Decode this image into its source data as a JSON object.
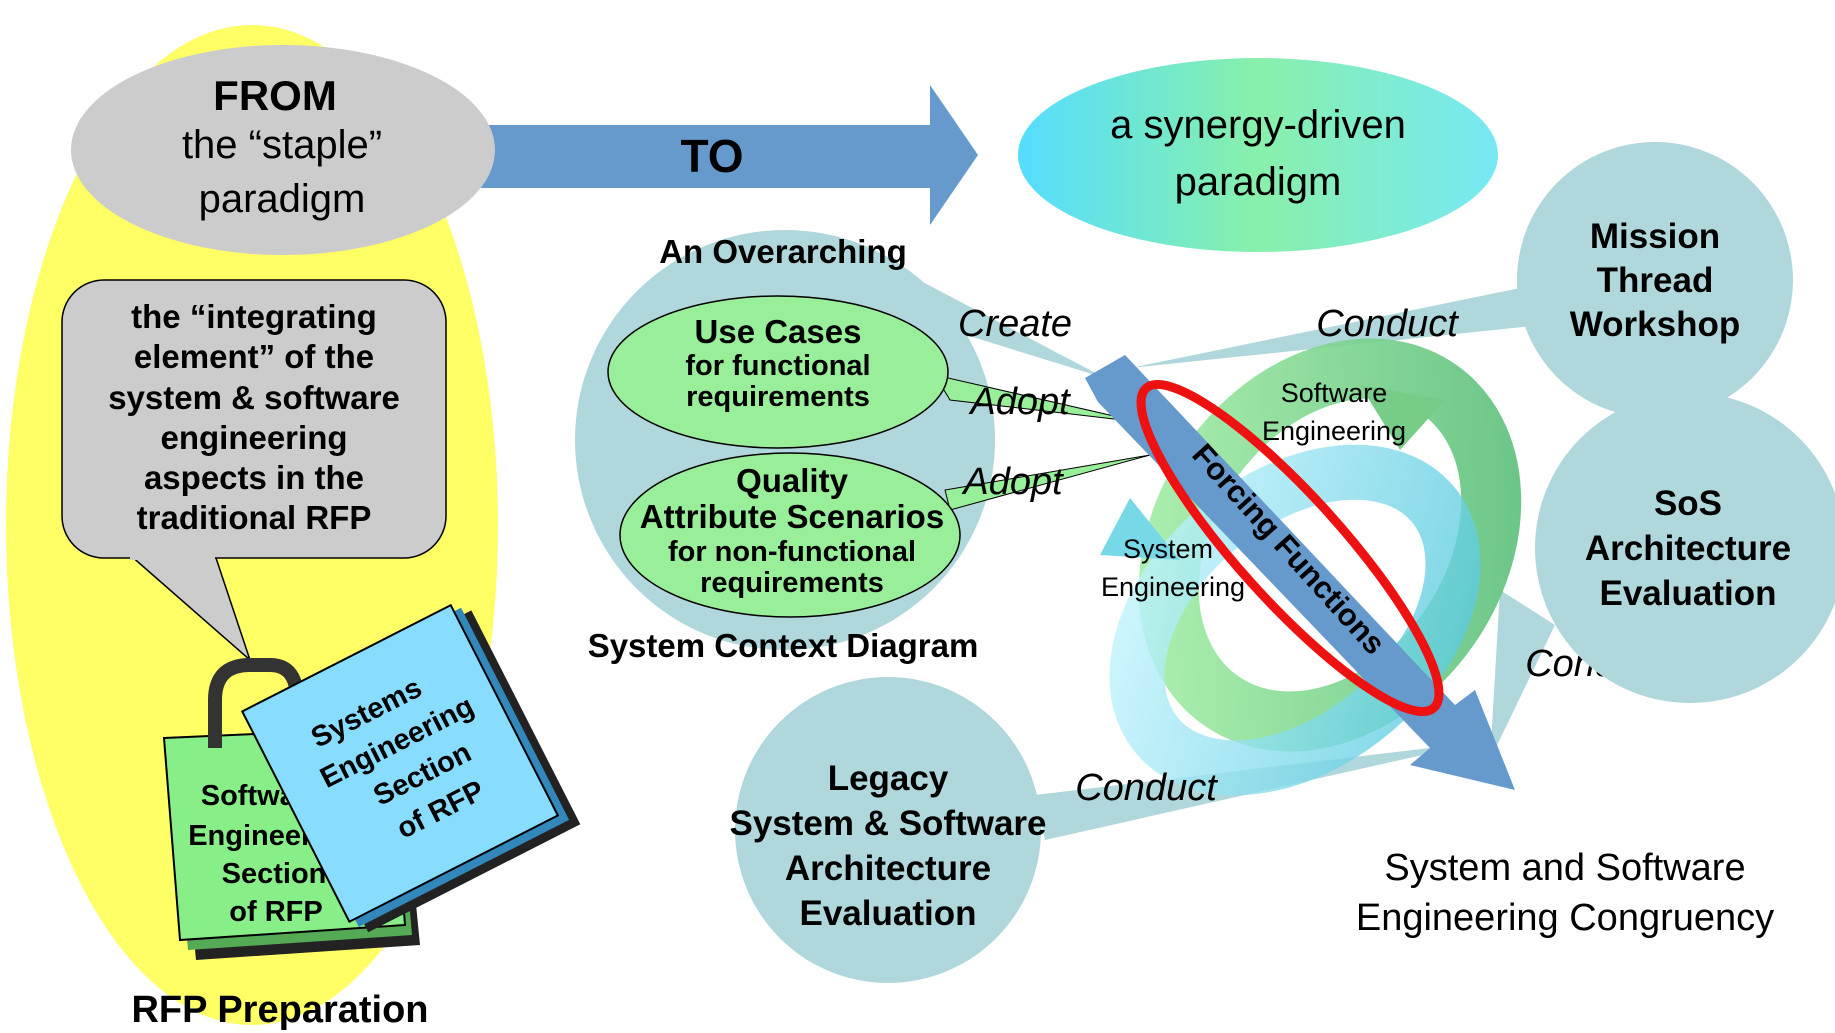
{
  "from": {
    "title": "FROM",
    "line1": "the “staple”",
    "line2": "paradigm"
  },
  "to_label": "TO",
  "target": {
    "line1": "a synergy-driven",
    "line2": "paradigm"
  },
  "callout": {
    "lines": [
      "the “integrating",
      "element” of the",
      "system & software",
      "engineering",
      "aspects in the",
      "traditional RFP"
    ]
  },
  "binder_back": {
    "lines": [
      "Software",
      "Engineering",
      "Section",
      "of RFP"
    ]
  },
  "binder_front": {
    "lines": [
      "Systems",
      "Engineering",
      "Section",
      "of RFP"
    ]
  },
  "rfp_preparation": "RFP Preparation",
  "overarching": "An Overarching",
  "use_cases": {
    "line1": "Use Cases",
    "line2": "for functional",
    "line3": "requirements"
  },
  "qas": {
    "line1": "Quality",
    "line2": "Attribute Scenarios",
    "line3": "for non-functional",
    "line4": "requirements"
  },
  "context_diagram": "System Context Diagram",
  "create": "Create",
  "adopt1": "Adopt",
  "adopt2": "Adopt",
  "conduct_mission": "Conduct",
  "conduct_sos": "Conduct",
  "conduct_legacy": "Conduct",
  "mission": {
    "line1": "Mission",
    "line2": "Thread",
    "line3": "Workshop"
  },
  "sos": {
    "line1": "SoS",
    "line2": "Architecture",
    "line3": "Evaluation"
  },
  "legacy": {
    "line1": "Legacy",
    "line2": "System & Software",
    "line3": "Architecture",
    "line4": "Evaluation"
  },
  "software_eng": {
    "line1": "Software",
    "line2": "Engineering"
  },
  "system_eng": {
    "line1": "System",
    "line2": "Engineering"
  },
  "forcing": "Forcing Functions",
  "congruency": {
    "line1": "System and Software",
    "line2": "Engineering Congruency"
  },
  "colors": {
    "yellow": "#ffff66",
    "arrow": "#6699cc",
    "bubble": "#b0d8dc",
    "green": "#99ee99",
    "red": "#ee1111"
  }
}
